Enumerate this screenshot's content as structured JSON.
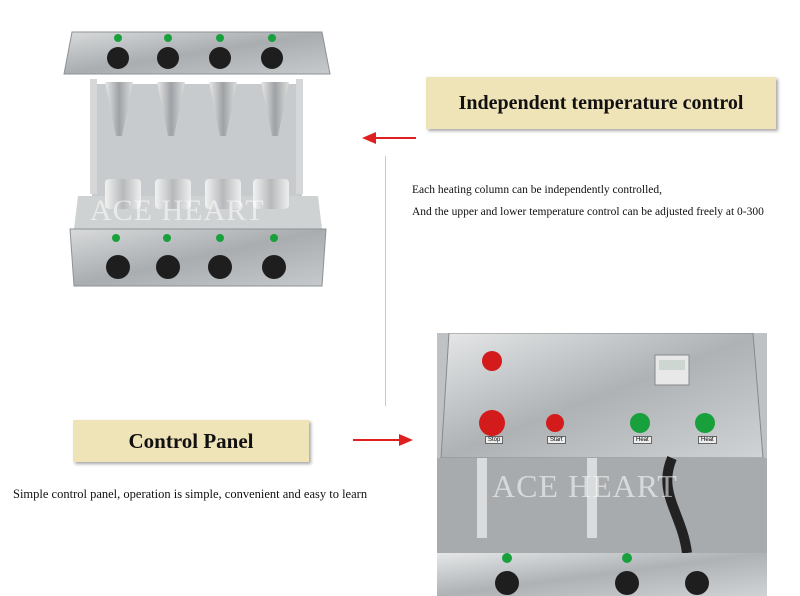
{
  "banners": {
    "temperature": "Independent temperature control",
    "control_panel": "Control Panel"
  },
  "captions": {
    "line1": "Each heating column can be independently controlled,",
    "line2": "And the upper and lower temperature control can be adjusted freely at 0-300",
    "control": "Simple control panel, operation is simple, convenient and easy to learn"
  },
  "watermark": "ACE HEART",
  "panel_labels": [
    "Stop",
    "Start",
    "Heat",
    "Heat"
  ],
  "colors": {
    "banner": "#efe3b8",
    "arrow": "#e02020",
    "steel": "#b8bcbf",
    "knob": "#1e1e1e",
    "indicator_green": "#18a03c",
    "stop_red": "#d31b1b"
  },
  "icons": [
    "arrow-left-icon",
    "arrow-right-icon"
  ]
}
